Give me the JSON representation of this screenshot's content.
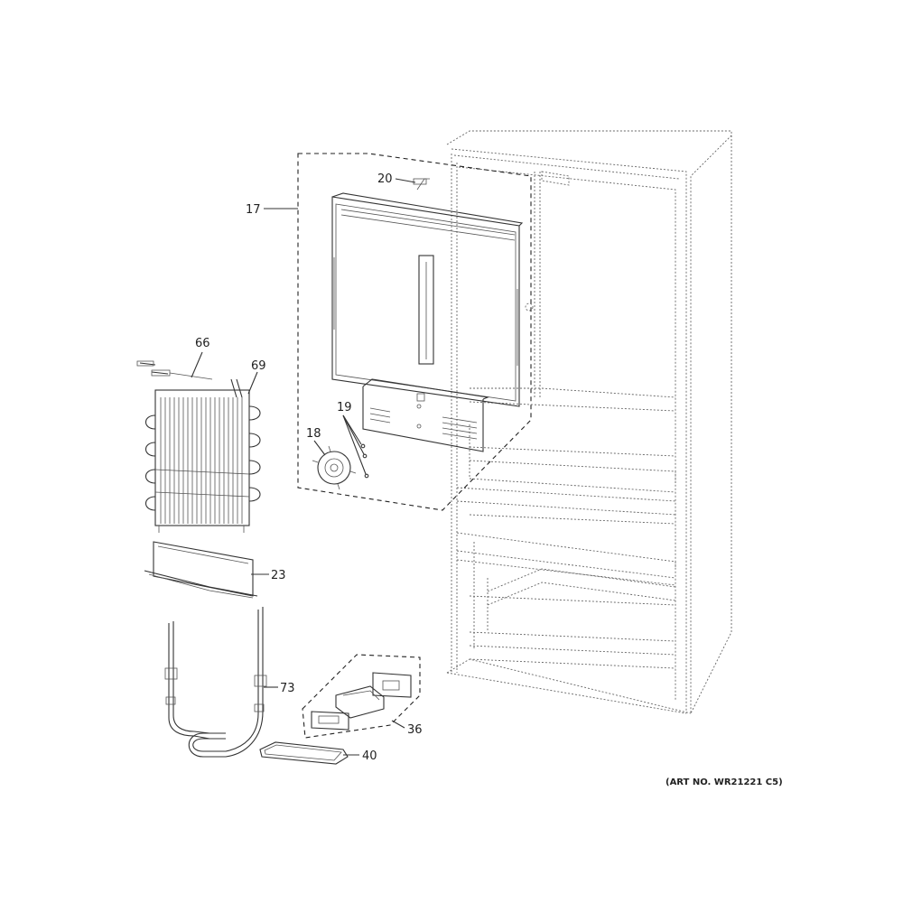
{
  "labels": {
    "p17": "17",
    "p20": "20",
    "p66": "66",
    "p69": "69",
    "p19": "19",
    "p18": "18",
    "p23": "23",
    "p73": "73",
    "p36": "36",
    "p40": "40"
  },
  "art_no": "(ART NO. WR21221 C5)"
}
